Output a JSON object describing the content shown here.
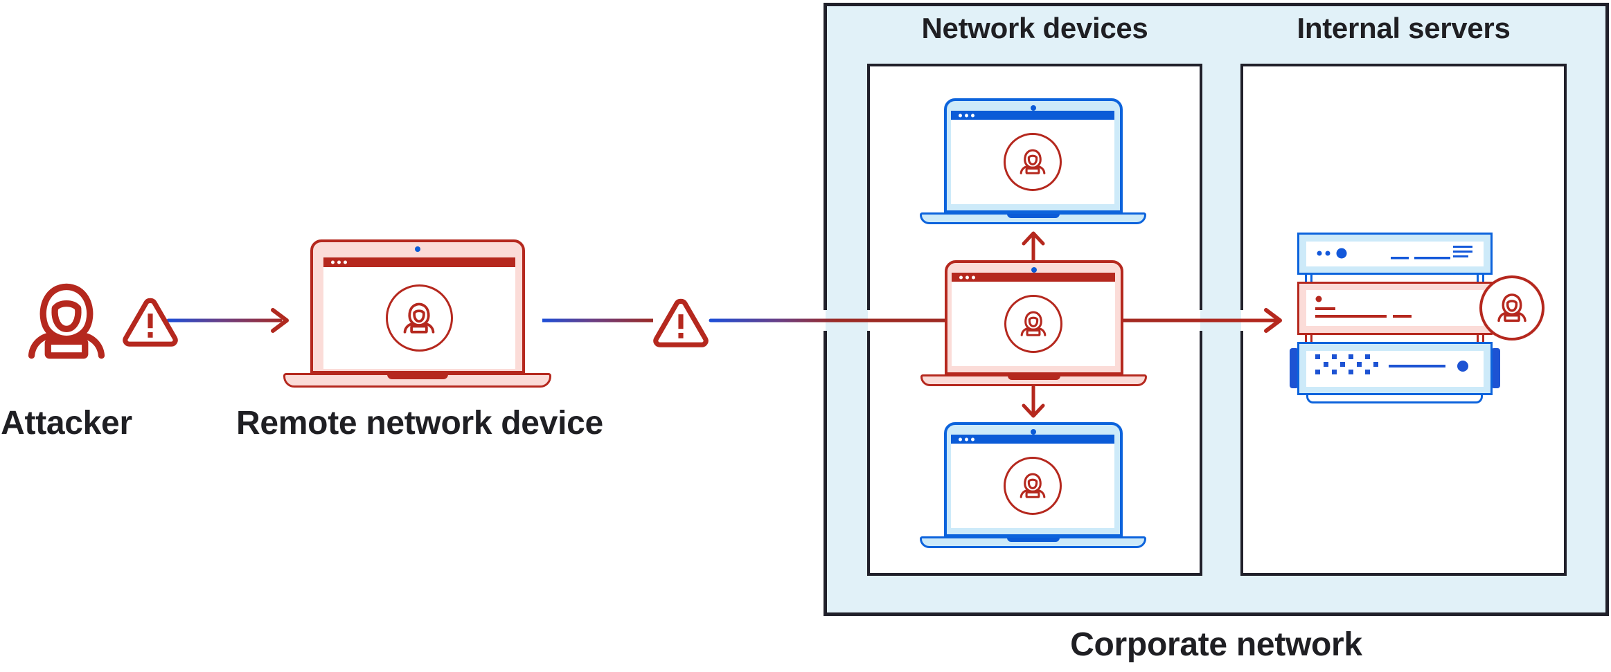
{
  "labels": {
    "attacker": "Attacker",
    "remote_device": "Remote network device",
    "corporate_network": "Corporate network"
  },
  "zones": {
    "network_devices": {
      "title": "Network devices"
    },
    "internal_servers": {
      "title": "Internal servers"
    }
  },
  "icons": {
    "threat_actor": "hacker-icon",
    "warning": "warning-triangle-icon",
    "device": "laptop-icon",
    "server": "server-icon"
  },
  "colors": {
    "threat_red": "#b5281e",
    "device_blue": "#0b5bd7",
    "light_blue_fill": "#cdeaf9",
    "corporate_bg": "#e1f1f8",
    "compromised_pink": "#fbdcd8",
    "ink": "#1f1f23"
  }
}
